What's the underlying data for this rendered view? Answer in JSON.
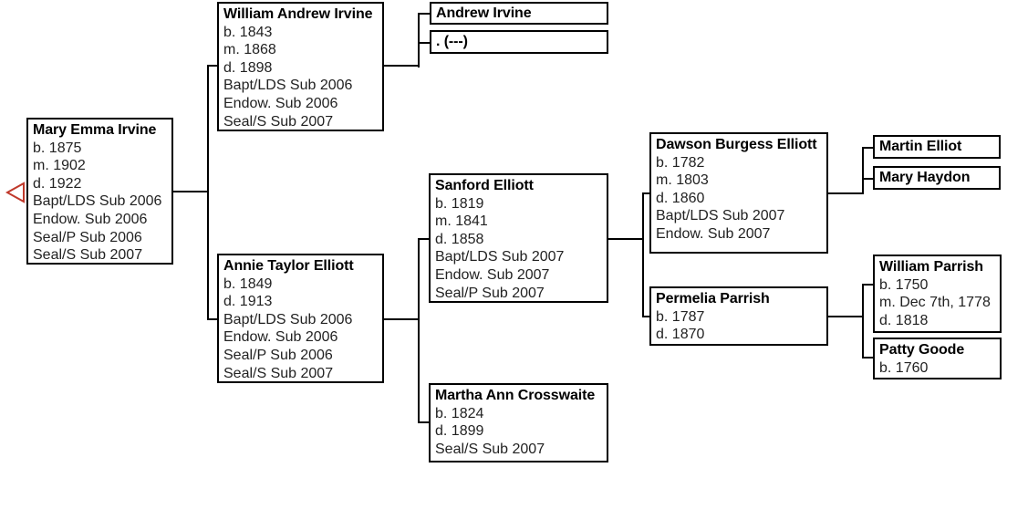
{
  "diagram": {
    "type": "pedigree-chart",
    "title": "Ancestor pedigree chart",
    "marker_color": "#c0392b",
    "box_border_color": "#000000",
    "line_color": "#000000",
    "background_color": "#ffffff"
  },
  "selection_marker": {
    "name": "selected-person-pointer",
    "points_to": "Mary Emma Irvine"
  },
  "people": {
    "mary_emma_irvine": {
      "name": "Mary Emma Irvine",
      "facts": [
        "b. 1875",
        "m. 1902",
        "d. 1922",
        "Bapt/LDS Sub 2006",
        "Endow. Sub 2006",
        "Seal/P Sub 2006",
        "Seal/S Sub 2007"
      ]
    },
    "william_andrew_irvine": {
      "name": "William Andrew Irvine",
      "facts": [
        "b. 1843",
        "m. 1868",
        "d. 1898",
        "Bapt/LDS Sub 2006",
        "Endow. Sub 2006",
        "Seal/S Sub 2007"
      ]
    },
    "annie_taylor_elliott": {
      "name": "Annie Taylor Elliott",
      "facts": [
        "b. 1849",
        "d. 1913",
        "Bapt/LDS Sub 2006",
        "Endow. Sub 2006",
        "Seal/P Sub 2006",
        "Seal/S Sub 2007"
      ]
    },
    "andrew_irvine": {
      "name": "Andrew Irvine",
      "facts": []
    },
    "unknown_spouse": {
      "name": ". (---)",
      "facts": []
    },
    "sanford_elliott": {
      "name": "Sanford Elliott",
      "facts": [
        "b. 1819",
        "m. 1841",
        "d. 1858",
        "Bapt/LDS Sub 2007",
        "Endow. Sub 2007",
        "Seal/P Sub 2007"
      ]
    },
    "martha_ann_crosswaite": {
      "name": "Martha Ann Crosswaite",
      "facts": [
        "b. 1824",
        "d. 1899",
        "Seal/S Sub 2007"
      ]
    },
    "dawson_burgess_elliott": {
      "name": "Dawson Burgess Elliott",
      "facts": [
        "b. 1782",
        "m. 1803",
        "d. 1860",
        "Bapt/LDS Sub 2007",
        "Endow. Sub 2007"
      ]
    },
    "permelia_parrish": {
      "name": "Permelia Parrish",
      "facts": [
        "b. 1787",
        "d. 1870"
      ]
    },
    "martin_elliot": {
      "name": "Martin Elliot",
      "facts": []
    },
    "mary_haydon": {
      "name": "Mary Haydon",
      "facts": []
    },
    "william_parrish": {
      "name": "William Parrish",
      "facts": [
        "b. 1750",
        "m. Dec 7th, 1778",
        "d. 1818"
      ]
    },
    "patty_goode": {
      "name": "Patty Goode",
      "facts": [
        "b. 1760"
      ]
    }
  }
}
